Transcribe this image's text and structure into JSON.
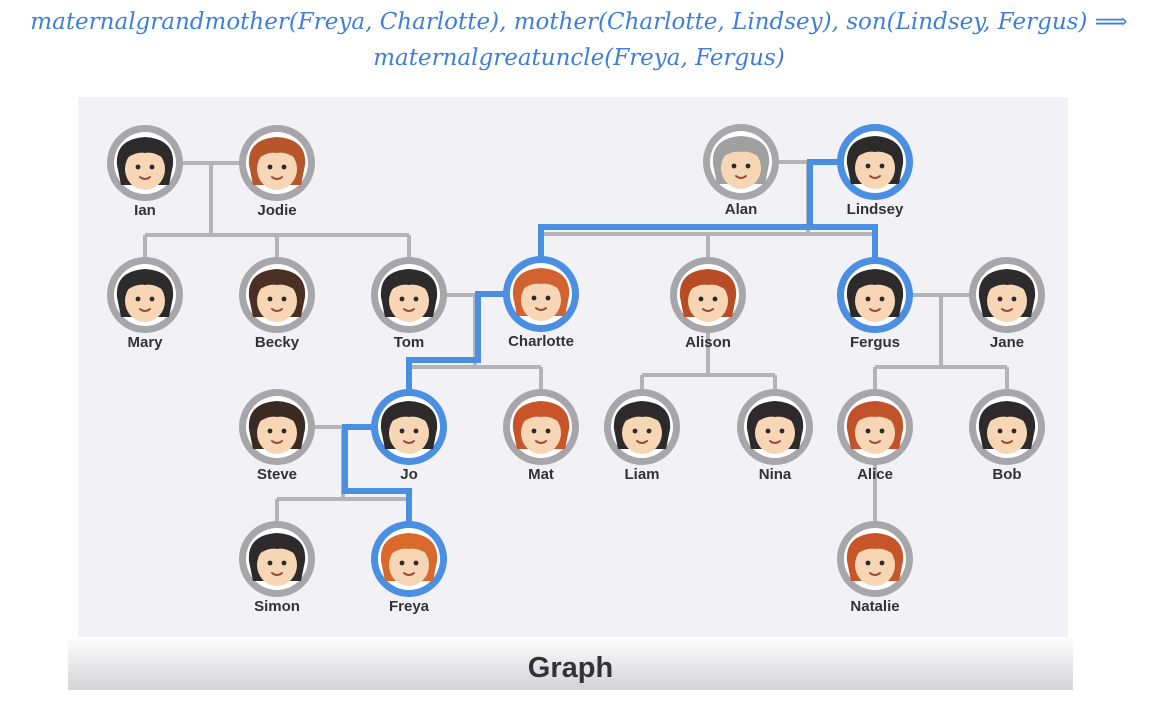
{
  "formula": {
    "line1": "maternalgrandmother(Freya, Charlotte), mother(Charlotte, Lindsey), son(Lindsey, Fergus) ⟹",
    "line2": "maternalgreatuncle(Freya, Fergus)"
  },
  "caption": "Graph",
  "colors": {
    "highlight": "#4a8fe2",
    "edge": "#b3b3b8",
    "ring": "#a6a6ab",
    "skin": "#f7d6b6",
    "panel": "#f2f1f6"
  },
  "people": [
    {
      "id": "ian",
      "name": "Ian",
      "hair": "#2c2a2a",
      "highlighted": false
    },
    {
      "id": "jodie",
      "name": "Jodie",
      "hair": "#b5562b",
      "highlighted": false
    },
    {
      "id": "mary",
      "name": "Mary",
      "hair": "#2c2a2a",
      "highlighted": false
    },
    {
      "id": "becky",
      "name": "Becky",
      "hair": "#4a3022",
      "highlighted": false
    },
    {
      "id": "tom",
      "name": "Tom",
      "hair": "#2c2a2a",
      "highlighted": false
    },
    {
      "id": "charlotte",
      "name": "Charlotte",
      "hair": "#d2622f",
      "highlighted": true
    },
    {
      "id": "alan",
      "name": "Alan",
      "hair": "#a0a0a0",
      "highlighted": false
    },
    {
      "id": "lindsey",
      "name": "Lindsey",
      "hair": "#2c2a2a",
      "highlighted": true
    },
    {
      "id": "alison",
      "name": "Alison",
      "hair": "#b84c25",
      "highlighted": false
    },
    {
      "id": "fergus",
      "name": "Fergus",
      "hair": "#2c2a2a",
      "highlighted": true
    },
    {
      "id": "jane",
      "name": "Jane",
      "hair": "#2c2a2a",
      "highlighted": false
    },
    {
      "id": "steve",
      "name": "Steve",
      "hair": "#3a2a22",
      "highlighted": false
    },
    {
      "id": "jo",
      "name": "Jo",
      "hair": "#2c2a2a",
      "highlighted": true
    },
    {
      "id": "mat",
      "name": "Mat",
      "hair": "#c8552a",
      "highlighted": false
    },
    {
      "id": "liam",
      "name": "Liam",
      "hair": "#2c2a2a",
      "highlighted": false
    },
    {
      "id": "nina",
      "name": "Nina",
      "hair": "#2c2a2a",
      "highlighted": false
    },
    {
      "id": "alice",
      "name": "Alice",
      "hair": "#c0532a",
      "highlighted": false
    },
    {
      "id": "bob",
      "name": "Bob",
      "hair": "#2c2a2a",
      "highlighted": false
    },
    {
      "id": "simon",
      "name": "Simon",
      "hair": "#2c2a2a",
      "highlighted": false
    },
    {
      "id": "freya",
      "name": "Freya",
      "hair": "#d96a2c",
      "highlighted": true
    },
    {
      "id": "natalie",
      "name": "Natalie",
      "hair": "#c8552a",
      "highlighted": false
    }
  ],
  "relations": [
    {
      "couple": [
        "ian",
        "jodie"
      ],
      "children": [
        "mary",
        "becky",
        "tom"
      ]
    },
    {
      "couple": [
        "tom",
        "charlotte"
      ],
      "children": [
        "jo",
        "mat"
      ]
    },
    {
      "couple": [
        "alan",
        "lindsey"
      ],
      "children": [
        "charlotte",
        "alison",
        "fergus"
      ]
    },
    {
      "couple": [
        "fergus",
        "jane"
      ],
      "children": [
        "alice",
        "bob"
      ]
    },
    {
      "couple": [
        "steve",
        "jo"
      ],
      "children": [
        "simon",
        "freya"
      ]
    },
    {
      "single": "alison",
      "children": [
        "liam",
        "nina"
      ]
    },
    {
      "single": "alice",
      "children": [
        "natalie"
      ]
    }
  ],
  "highlighted_path": [
    "freya",
    "jo",
    "charlotte",
    "lindsey",
    "fergus"
  ]
}
